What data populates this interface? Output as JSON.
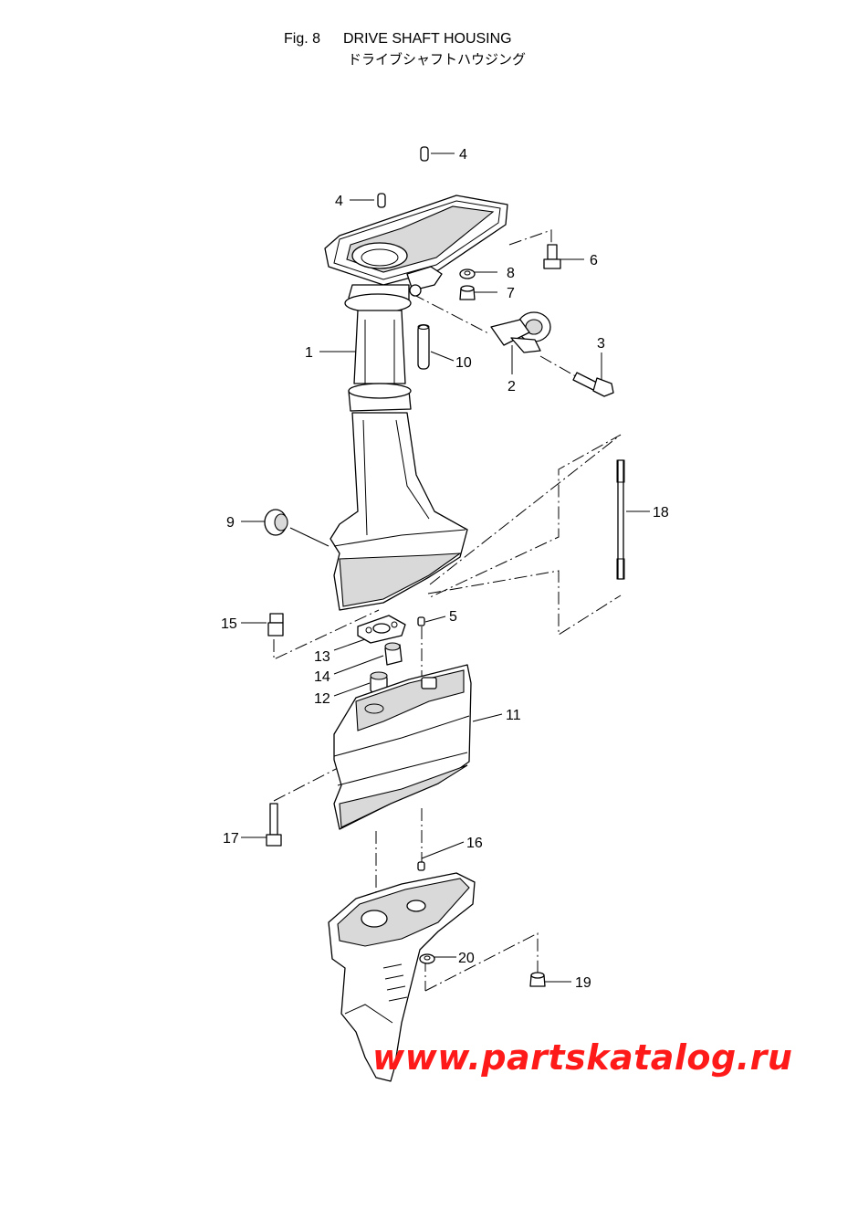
{
  "header": {
    "fig_number": "Fig. 8",
    "title": "DRIVE SHAFT HOUSING",
    "title_jp": "ドライブシャフトハウジング"
  },
  "callouts": [
    {
      "id": "c4a",
      "number": "4"
    },
    {
      "id": "c4b",
      "number": "4"
    },
    {
      "id": "c6",
      "number": "6"
    },
    {
      "id": "c8",
      "number": "8"
    },
    {
      "id": "c7",
      "number": "7"
    },
    {
      "id": "c1",
      "number": "1"
    },
    {
      "id": "c10",
      "number": "10"
    },
    {
      "id": "c3",
      "number": "3"
    },
    {
      "id": "c2",
      "number": "2"
    },
    {
      "id": "c18",
      "number": "18"
    },
    {
      "id": "c9",
      "number": "9"
    },
    {
      "id": "c5",
      "number": "5"
    },
    {
      "id": "c15",
      "number": "15"
    },
    {
      "id": "c13",
      "number": "13"
    },
    {
      "id": "c14",
      "number": "14"
    },
    {
      "id": "c12",
      "number": "12"
    },
    {
      "id": "c11",
      "number": "11"
    },
    {
      "id": "c17",
      "number": "17"
    },
    {
      "id": "c16",
      "number": "16"
    },
    {
      "id": "c20",
      "number": "20"
    },
    {
      "id": "c19",
      "number": "19"
    }
  ],
  "watermark": {
    "text": "www.partskatalog.ru",
    "color": "#ff1a1a"
  }
}
